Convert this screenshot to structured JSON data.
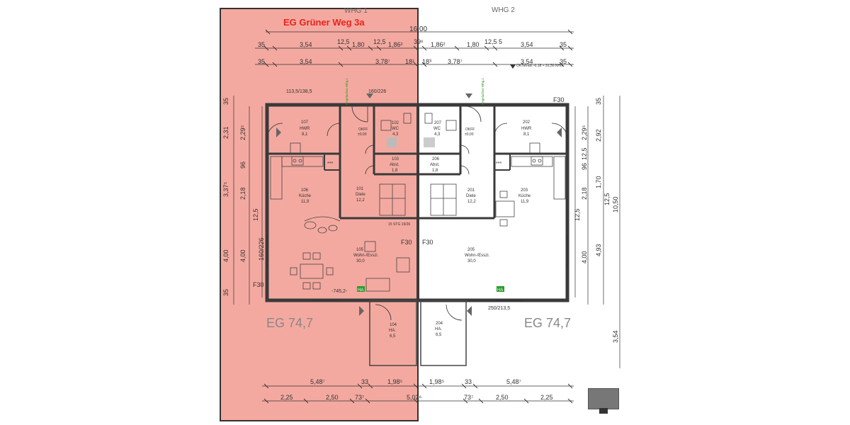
{
  "title": "EG Grüner Weg 3a",
  "units": {
    "left": "WHG 1",
    "right": "WHG 2"
  },
  "total_width": "16,00",
  "floor_labels": {
    "left": "EG 74,7",
    "right": "EG 74,7"
  },
  "top_row1": {
    "left": [
      "35",
      "3,54",
      "12,5",
      "1,80",
      "12,5",
      "1,86²",
      "39⁶"
    ],
    "right": [
      "1,86²",
      "1,80",
      "12,5 5",
      "3,54",
      "35"
    ]
  },
  "top_row2": {
    "left": [
      "35",
      "3,54",
      "3,78⁷",
      "18¹"
    ],
    "right": [
      "18³",
      "3,78⁷",
      "3,54",
      "35"
    ]
  },
  "terrain_note": "OKTerrain -0,18 = 31,50 NHN",
  "left_notes": {
    "dim1": "113,5/138,5",
    "dim2": "160/226",
    "window": "160/226",
    "stair": "15 STG 19/26",
    "step": "-745,2-"
  },
  "right_notes": {
    "dim": "250/213,5"
  },
  "rooms": [
    {
      "num": "107",
      "name": "HWR",
      "area": "8,1"
    },
    {
      "num": "102",
      "name": "WC",
      "area": "4,3"
    },
    {
      "num": "103",
      "name": "Abst.",
      "area": "1,8"
    },
    {
      "num": "106",
      "name": "Küche",
      "area": "11,9"
    },
    {
      "num": "101",
      "name": "Diele",
      "area": "12,2"
    },
    {
      "num": "105",
      "name": "Wohn-/Esszi.",
      "area": "30,0"
    },
    {
      "num": "104",
      "name": "HA.",
      "area": "6,5"
    },
    {
      "num": "207",
      "name": "WC",
      "area": "4,3"
    },
    {
      "num": "206",
      "name": "Abst.",
      "area": "1,8"
    },
    {
      "num": "202",
      "name": "HWR",
      "area": "8,1"
    },
    {
      "num": "201",
      "name": "Diele",
      "area": "12,2"
    },
    {
      "num": "203",
      "name": "Küche",
      "area": "11,9"
    },
    {
      "num": "205",
      "name": "Wohn-/Esszi.",
      "area": "30,0"
    },
    {
      "num": "204",
      "name": "HA.",
      "area": "6,5"
    }
  ],
  "fire_labels": [
    "F30",
    "F30",
    "F30",
    "F30"
  ],
  "okff": {
    "label": "OKFF",
    "value": "±0,00"
  },
  "bottom_row1": {
    "left": [
      "5,48⁷",
      "33",
      "1,98⁵"
    ],
    "right": [
      "1,98⁵",
      "33",
      "5,48⁷"
    ]
  },
  "bottom_row2": {
    "left": [
      "2,25",
      "2,50",
      "73⁷",
      "5,02⁶"
    ],
    "right": [
      "73⁷",
      "2,50",
      "2,25"
    ]
  },
  "left_dims_outer": [
    "35",
    "2,31",
    "3,37⁵",
    "4,00",
    "35"
  ],
  "left_dims_inner": [
    "2,29⁵",
    "96",
    "2,18",
    "12,5",
    "4,00"
  ],
  "right_dims_inner": [
    "2,29⁵",
    "12,5",
    "96",
    "2,18",
    "12,5",
    "4,00"
  ],
  "right_dims_outer": [
    "35",
    "2,92",
    "1,70",
    "4,93",
    "12,5",
    "10,50",
    "3,54"
  ],
  "small_labels": {
    "ha": "HA",
    "stars": "***",
    "reg_note": "Regelachse Whg.1"
  },
  "colors": {
    "overlay": "#f08c80",
    "overlay_border": "#333333",
    "title": "#e8231c",
    "walls": "#3a3a3a",
    "accent_green": "#2a9a2a"
  }
}
